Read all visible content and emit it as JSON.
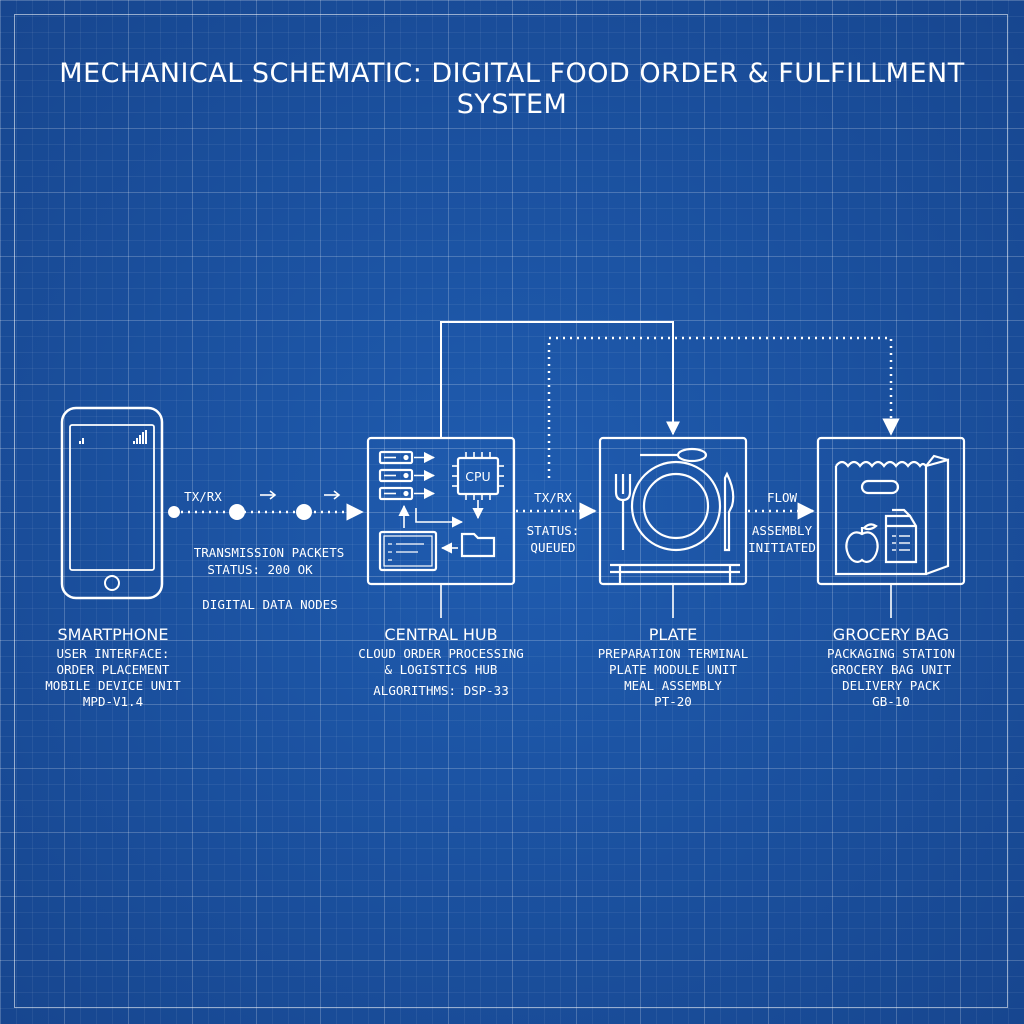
{
  "title": "MECHANICAL SCHEMATIC: DIGITAL FOOD ORDER & FULFILLMENT SYSTEM",
  "colors": {
    "background": "#1a4f9e",
    "line": "#ffffff"
  },
  "nodes": [
    {
      "icon": "smartphone-icon",
      "name": "SMARTPHONE",
      "lines": [
        "USER INTERFACE:",
        "ORDER PLACEMENT",
        "MOBILE DEVICE UNIT",
        "MPD-V1.4"
      ]
    },
    {
      "icon": "server-hub-icon",
      "name": "CENTRAL HUB",
      "lines": [
        "CLOUD ORDER PROCESSING",
        "& LOGISTICS HUB"
      ],
      "extra": "ALGORITHMS: DSP-33",
      "cpu": "CPU"
    },
    {
      "icon": "plate-icon",
      "name": "PLATE",
      "lines": [
        "PREPARATION TERMINAL",
        "PLATE MODULE UNIT",
        "MEAL ASSEMBLY",
        "PT-20"
      ]
    },
    {
      "icon": "grocery-bag-icon",
      "name": "GROCERY BAG",
      "lines": [
        "PACKAGING STATION",
        "GROCERY BAG UNIT",
        "DELIVERY PACK",
        "GB-10"
      ]
    }
  ],
  "links": {
    "phone_hub": {
      "label": "TX/RX",
      "packets": "TRANSMISSION PACKETS",
      "status": "STATUS: 200 OK",
      "nodes": "DIGITAL DATA NODES"
    },
    "hub_plate": {
      "label": "TX/RX",
      "status_line1": "STATUS:",
      "status_line2": "QUEUED"
    },
    "plate_bag": {
      "label": "FLOW",
      "line1": "ASSEMBLY",
      "line2": "INITIATED"
    }
  }
}
